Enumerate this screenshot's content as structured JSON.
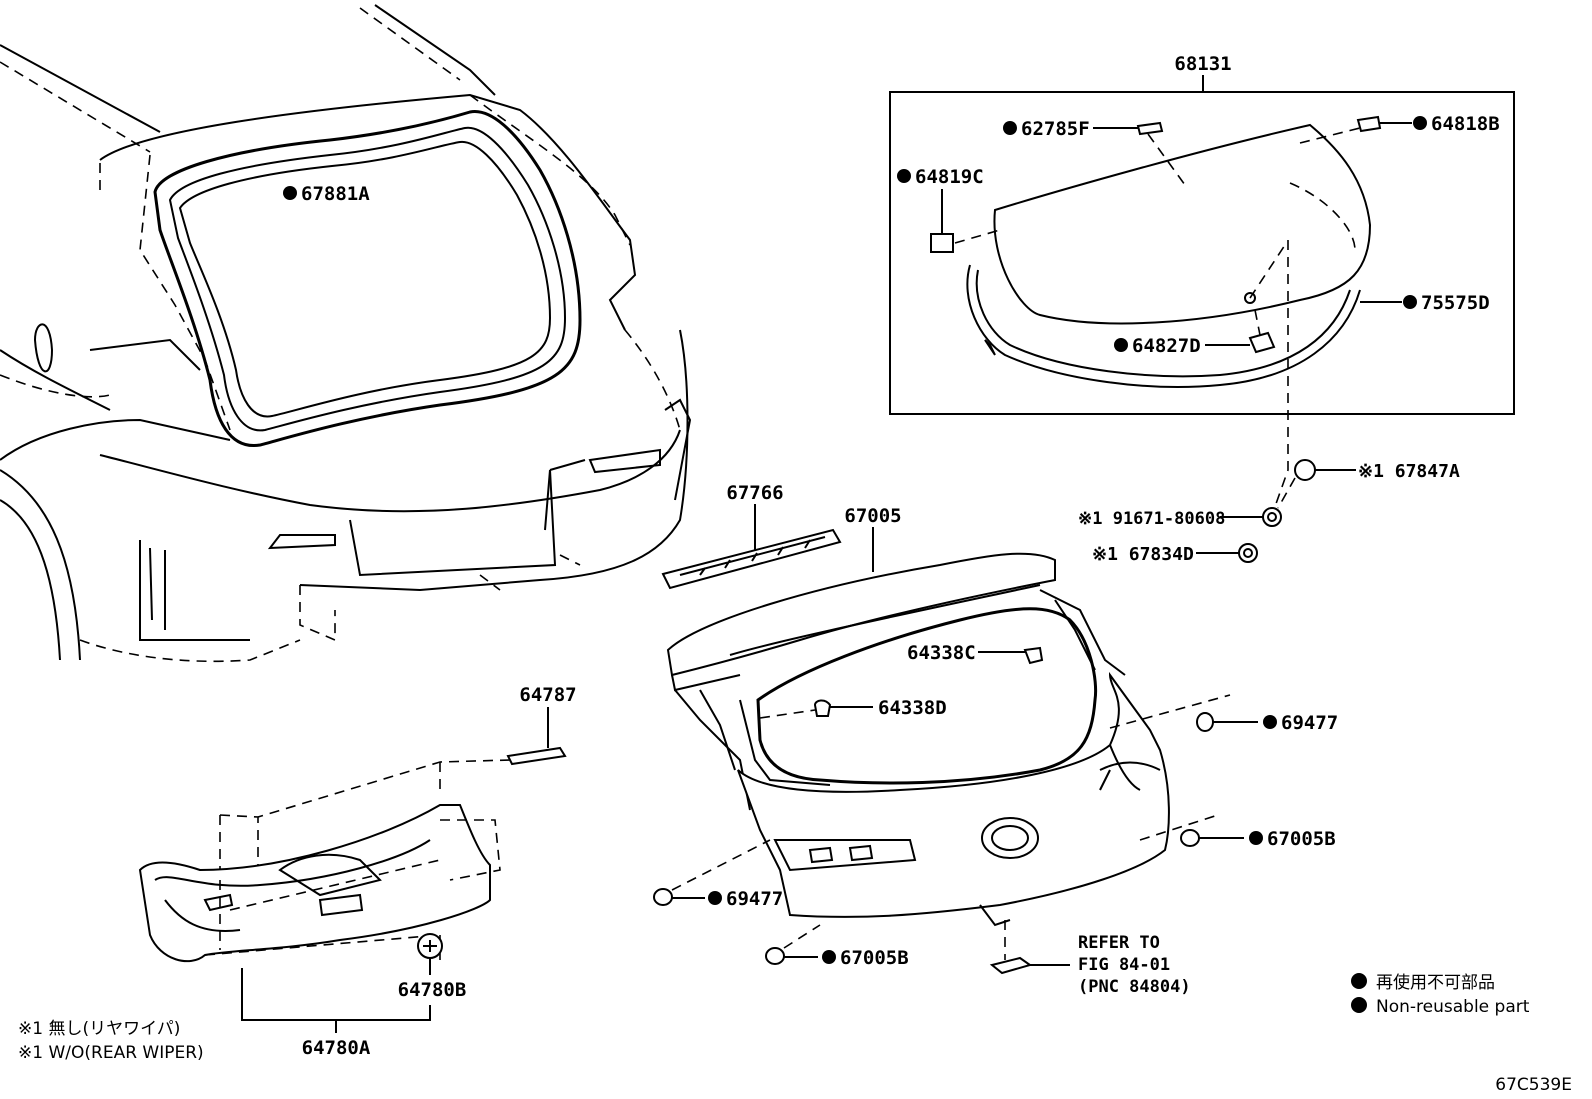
{
  "callouts": {
    "c68131": "68131",
    "c62785F": "62785F",
    "c64818B": "64818B",
    "c64819C": "64819C",
    "c75575D": "75575D",
    "c64827D": "64827D",
    "c67881A": "67881A",
    "c67847A": "※1 67847A",
    "c91671": "※1 91671-80608",
    "c67834D": "※1 67834D",
    "c67766": "67766",
    "c67005": "67005",
    "c64338C": "64338C",
    "c64338D": "64338D",
    "c69477r": "69477",
    "c69477l": "69477",
    "c67005Br": "67005B",
    "c67005Bl": "67005B",
    "c64787": "64787",
    "c64780B": "64780B",
    "c64780A": "64780A"
  },
  "refer": {
    "line1": "REFER TO",
    "line2": "FIG 84-01",
    "line3": "(PNC 84804)"
  },
  "legend": {
    "jp": "再使用不可部品",
    "en": "Non-reusable part"
  },
  "notes": {
    "jp": "※1 無し(リヤワイパ)",
    "en": "※1 W/O(REAR WIPER)"
  },
  "figure_code": "67C539E"
}
